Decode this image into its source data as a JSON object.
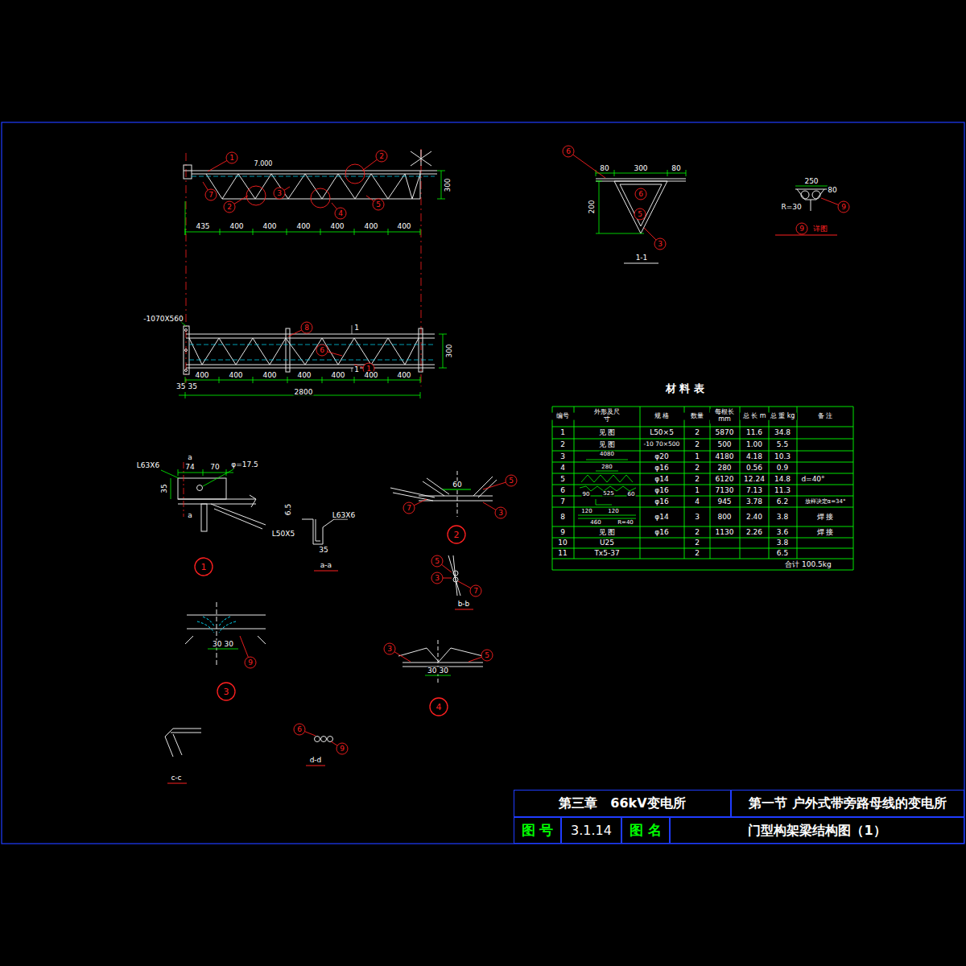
{
  "diagram": {
    "nodes": [
      {
        "text": [
          "第三章　66kV变电所"
        ]
      },
      {
        "text": [
          "第一节 户外式带旁路母线的变电所"
        ]
      },
      {
        "text": [
          "图 号"
        ]
      },
      {
        "text": [
          "3.1.14"
        ]
      },
      {
        "text": [
          "图 名"
        ]
      },
      {
        "text": [
          "门型构架梁结构图（1）"
        ]
      }
    ],
    "labels": [
      "1",
      "7.000",
      "2",
      "300",
      "7",
      "2",
      "3",
      "4",
      "5",
      "435",
      "400",
      "400",
      "400",
      "400",
      "400",
      "400",
      "-1070X560",
      "8",
      "6",
      "1",
      "1",
      "1",
      "300",
      "400",
      "400",
      "400",
      "400",
      "400",
      "400",
      "400",
      "35 35",
      "2800",
      "6",
      "80",
      "300",
      "80",
      "200",
      "6",
      "5",
      "3",
      "1-1",
      "250",
      "80",
      "R=30",
      "9",
      "9",
      "详图",
      "L63X6",
      "74",
      "70",
      "φ=17.5",
      "35",
      "a",
      "a",
      "1",
      "6.5",
      "L63X6",
      "L50X5",
      "35",
      "a-a",
      "5",
      "60",
      "7",
      "3",
      "2",
      "5",
      "3",
      "7",
      "b-b",
      "30 30",
      "9",
      "3",
      "3",
      "5",
      "30 30",
      "4",
      "c-c",
      "6",
      "9",
      "d-d",
      "材 料 表",
      "编号",
      "外形及尺寸",
      "规 格",
      "数量",
      "每根长 mm",
      "总 长 m",
      "总 重 kg",
      "备 注",
      "1",
      "见 图",
      "L50×5",
      "2",
      "5870",
      "11.6",
      "34.8",
      "2",
      "见 图",
      "-10 70×500",
      "2",
      "500",
      "1.00",
      "5.5",
      "3",
      "4080",
      "φ20",
      "1",
      "4180",
      "4.18",
      "10.3",
      "4",
      "280",
      "φ16",
      "2",
      "280",
      "0.56",
      "0.9",
      "5",
      "φ14",
      "2",
      "6120",
      "12.24",
      "14.8",
      "d=40°",
      "6",
      "90",
      "525",
      "60",
      "φ16",
      "1",
      "7130",
      "7.13",
      "11.3",
      "7",
      "φ16",
      "4",
      "945",
      "3.78",
      "6.2",
      "放样决定α=34°",
      "8",
      "120",
      "120",
      "460",
      "R=40",
      "φ14",
      "3",
      "800",
      "2.40",
      "3.8",
      "焊 接",
      "9",
      "见 图",
      "φ16",
      "2",
      "1130",
      "2.26",
      "3.6",
      "焊 接",
      "10",
      "U25",
      "2",
      "3.8",
      "11",
      "Tx5-37",
      "2",
      "6.5",
      "合计 100.5kg"
    ]
  }
}
